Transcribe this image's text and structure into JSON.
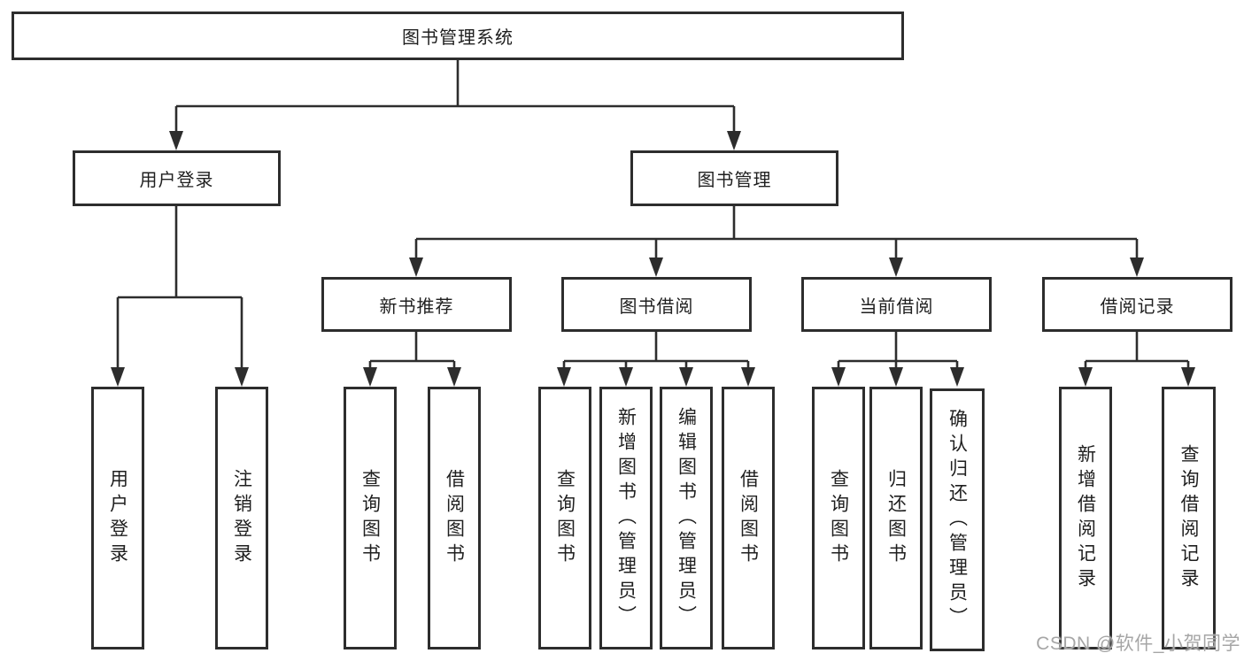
{
  "diagram_type": "hierarchy",
  "watermark": "CSDN @软件_小贺同学",
  "colors": {
    "line": "#2d2d2d",
    "text": "#1f1f1f",
    "bg": "#ffffff",
    "watermark": "#a6a6a6"
  },
  "tree": {
    "label": "图书管理系统",
    "children": [
      {
        "label": "用户登录",
        "children": [
          {
            "label": "用户登录"
          },
          {
            "label": "注销登录"
          }
        ]
      },
      {
        "label": "图书管理",
        "children": [
          {
            "label": "新书推荐",
            "children": [
              {
                "label": "查询图书"
              },
              {
                "label": "借阅图书"
              }
            ]
          },
          {
            "label": "图书借阅",
            "children": [
              {
                "label": "查询图书"
              },
              {
                "label": "新增图书（管理员）"
              },
              {
                "label": "编辑图书（管理员）"
              },
              {
                "label": "借阅图书"
              }
            ]
          },
          {
            "label": "当前借阅",
            "children": [
              {
                "label": "查询图书"
              },
              {
                "label": "归还图书"
              },
              {
                "label": "确认归还（管理员）"
              }
            ]
          },
          {
            "label": "借阅记录",
            "children": [
              {
                "label": "新增借阅记录"
              },
              {
                "label": "查询借阅记录"
              }
            ]
          }
        ]
      }
    ]
  },
  "edges": [
    {
      "from": "图书管理系统",
      "to": "用户登录"
    },
    {
      "from": "图书管理系统",
      "to": "图书管理"
    },
    {
      "from": "用户登录",
      "to": "用户登录"
    },
    {
      "from": "用户登录",
      "to": "注销登录"
    },
    {
      "from": "图书管理",
      "to": "新书推荐"
    },
    {
      "from": "图书管理",
      "to": "图书借阅"
    },
    {
      "from": "图书管理",
      "to": "当前借阅"
    },
    {
      "from": "图书管理",
      "to": "借阅记录"
    },
    {
      "from": "新书推荐",
      "to": "查询图书"
    },
    {
      "from": "新书推荐",
      "to": "借阅图书"
    },
    {
      "from": "图书借阅",
      "to": "查询图书"
    },
    {
      "from": "图书借阅",
      "to": "新增图书（管理员）"
    },
    {
      "from": "图书借阅",
      "to": "编辑图书（管理员）"
    },
    {
      "from": "图书借阅",
      "to": "借阅图书"
    },
    {
      "from": "当前借阅",
      "to": "查询图书"
    },
    {
      "from": "当前借阅",
      "to": "归还图书"
    },
    {
      "from": "当前借阅",
      "to": "确认归还（管理员）"
    },
    {
      "from": "借阅记录",
      "to": "新增借阅记录"
    },
    {
      "from": "借阅记录",
      "to": "查询借阅记录"
    }
  ]
}
